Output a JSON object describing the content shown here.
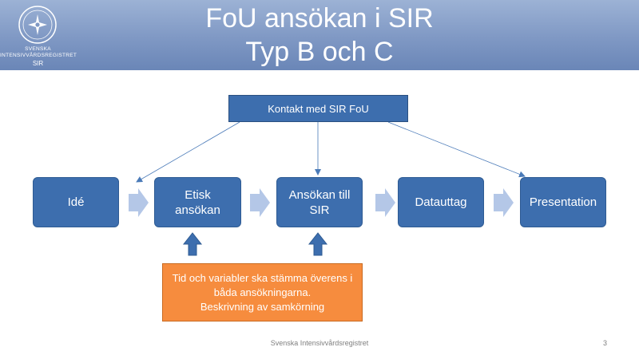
{
  "header": {
    "title_line1": "FoU ansökan i SIR",
    "title_line2": "Typ B och C",
    "logo_text_line1": "Svenska",
    "logo_text_line2": "Intensivvårdsregistret",
    "logo_text_line3": "SIR"
  },
  "colors": {
    "box_fill": "#3d6eae",
    "arrow_fill": "#b4c7e7",
    "note_fill": "#f68c3e",
    "header_fill": "#7f98c4"
  },
  "diagram": {
    "contact_box": "Kontakt med SIR FoU",
    "steps": [
      {
        "line1": "Idé",
        "line2": ""
      },
      {
        "line1": "Etisk",
        "line2": "ansökan"
      },
      {
        "line1": "Ansökan till",
        "line2": "SIR"
      },
      {
        "line1": "Datauttag",
        "line2": ""
      },
      {
        "line1": "Presentation",
        "line2": ""
      }
    ],
    "note": {
      "line1": "Tid och variabler ska stämma överens i",
      "line2": "båda ansökningarna.",
      "line3": "Beskrivning av samkörning"
    }
  },
  "footer": {
    "text": "Svenska Intensivvårdsregistret",
    "page_number": "3"
  }
}
